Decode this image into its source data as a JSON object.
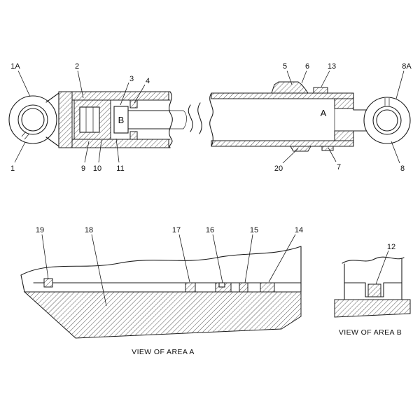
{
  "diagram": {
    "title": "hydraulic-cylinder-cross-section-parts-diagram",
    "colors": {
      "line": "#1c1c1c",
      "background": "#ffffff",
      "hatch": "#2a2a2a"
    },
    "callouts": {
      "c1": "1",
      "c1A": "1A",
      "c2": "2",
      "c3": "3",
      "c4": "4",
      "c5": "5",
      "c6": "6",
      "c7": "7",
      "c8": "8",
      "c8A": "8A",
      "c9": "9",
      "c10": "10",
      "c11": "11",
      "c12": "12",
      "c13": "13",
      "c14": "14",
      "c15": "15",
      "c16": "16",
      "c17": "17",
      "c18": "18",
      "c19": "19",
      "c20": "20"
    },
    "area_labels": {
      "a": "A",
      "b": "B"
    },
    "captions": {
      "view_a": "VIEW OF AREA A",
      "view_b": "VIEW OF AREA B"
    }
  }
}
